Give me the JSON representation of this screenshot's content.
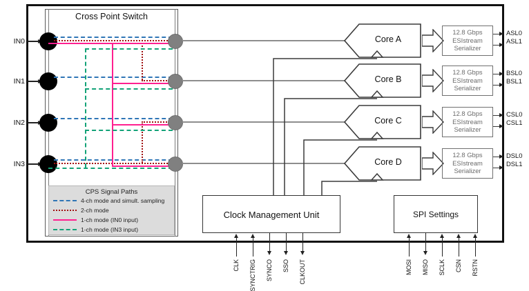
{
  "diagram": {
    "chip_boundary_name": "device-boundary",
    "cps": {
      "title": "Cross Point Switch",
      "inputs": [
        {
          "label": "IN0"
        },
        {
          "label": "IN1"
        },
        {
          "label": "IN2"
        },
        {
          "label": "IN3"
        }
      ],
      "legend": {
        "title": "CPS Signal Paths",
        "entries": [
          {
            "label": "4-ch mode and simult. sampling",
            "color": "#2E75B6",
            "style": "dashed"
          },
          {
            "label": "2-ch mode",
            "color": "#A01010",
            "style": "dotted"
          },
          {
            "label": "1-ch mode (IN0 input)",
            "color": "#FF1F8F",
            "style": "solid"
          },
          {
            "label": "1-ch mode (IN3 input)",
            "color": "#12A277",
            "style": "dash-dot"
          }
        ]
      }
    },
    "cores": [
      {
        "label": "Core A"
      },
      {
        "label": "Core B"
      },
      {
        "label": "Core C"
      },
      {
        "label": "Core D"
      }
    ],
    "serializers": [
      {
        "line1": "12.8 Gbps",
        "line2": "ESIstream",
        "line3": "Serializer"
      },
      {
        "line1": "12.8 Gbps",
        "line2": "ESIstream",
        "line3": "Serializer"
      },
      {
        "line1": "12.8 Gbps",
        "line2": "ESIstream",
        "line3": "Serializer"
      },
      {
        "line1": "12.8 Gbps",
        "line2": "ESIstream",
        "line3": "Serializer"
      }
    ],
    "output_pins": [
      {
        "lane0": "ASL0",
        "lane1": "ASL1"
      },
      {
        "lane0": "BSL0",
        "lane1": "BSL1"
      },
      {
        "lane0": "CSL0",
        "lane1": "CSL1"
      },
      {
        "lane0": "DSL0",
        "lane1": "DSL1"
      }
    ],
    "clock_management_unit": {
      "label": "Clock Management Unit",
      "pins": [
        {
          "name": "CLK",
          "direction": "in"
        },
        {
          "name": "SYNCTRIG",
          "direction": "in"
        },
        {
          "name": "SYNCO",
          "direction": "out"
        },
        {
          "name": "SSO",
          "direction": "out"
        },
        {
          "name": "CLKOUT",
          "direction": "out"
        }
      ]
    },
    "spi_settings": {
      "label": "SPI Settings",
      "pins": [
        {
          "name": "MOSI",
          "direction": "in"
        },
        {
          "name": "MISO",
          "direction": "out"
        },
        {
          "name": "SCLK",
          "direction": "in"
        },
        {
          "name": "CSN",
          "direction": "in"
        },
        {
          "name": "RSTN",
          "direction": "in"
        }
      ]
    },
    "colors": {
      "mode_4ch": "#2E75B6",
      "mode_2ch": "#A01010",
      "mode_1ch_in0": "#FF1F8F",
      "mode_1ch_in3": "#12A277",
      "node_input": "#000000",
      "node_output": "#808080",
      "wire": "#8d8d8d"
    }
  }
}
